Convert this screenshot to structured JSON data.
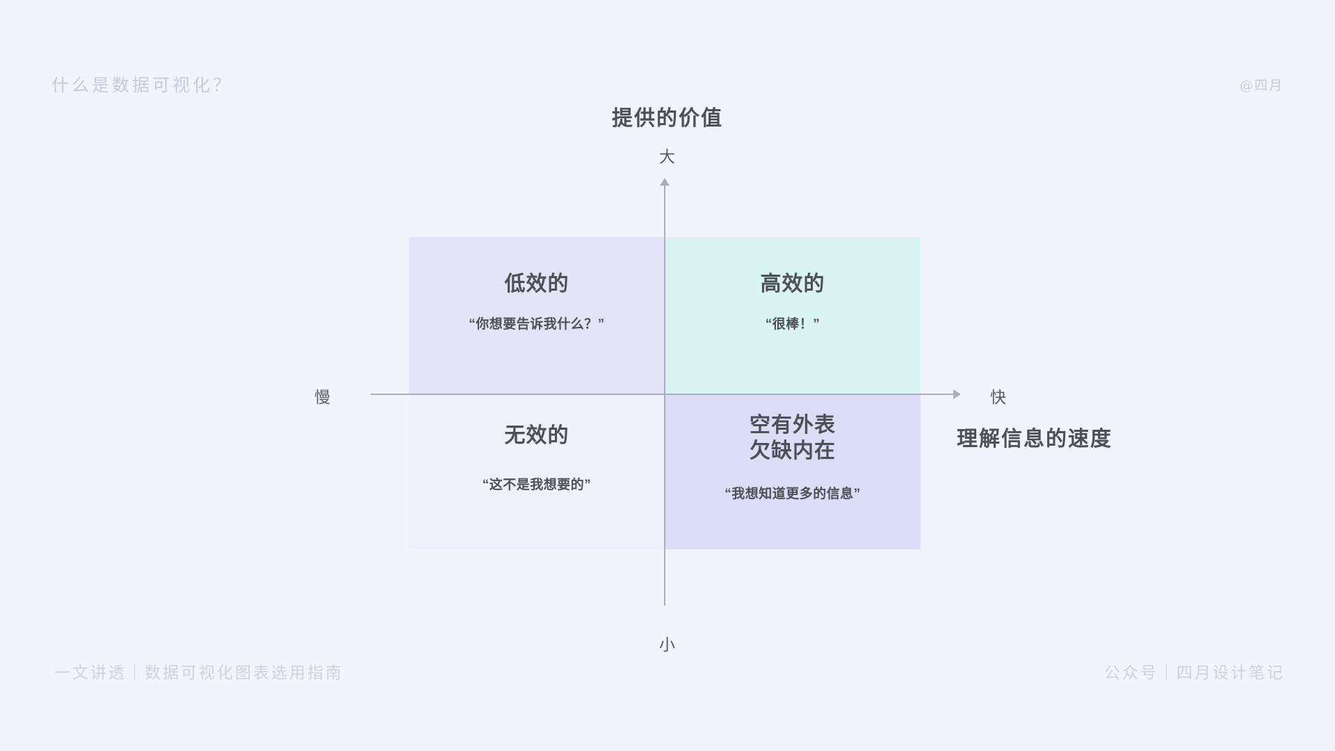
{
  "header": {
    "left_label": "什么是数据可视化？",
    "right_handle": "@四月"
  },
  "footer": {
    "left_label": "一文讲透｜数据可视化图表选用指南",
    "right_label": "公众号｜四月设计笔记"
  },
  "chart_data": {
    "type": "scatter",
    "subtype": "2x2-quadrant-matrix",
    "title": "",
    "xlabel": "理解信息的速度",
    "ylabel": "提供的价值",
    "x_tick_labels": [
      "慢",
      "快"
    ],
    "y_tick_labels": [
      "小",
      "大"
    ],
    "xlim": [
      "慢",
      "快"
    ],
    "ylim": [
      "小",
      "大"
    ],
    "grid": false,
    "legend": "none",
    "axis_color": "#a9aebc",
    "background_color": "#f2f4fc",
    "quadrants": [
      {
        "id": "top-left",
        "position": {
          "x": "low",
          "y": "high"
        },
        "title": "低效的",
        "quote": "“你想要告诉我什么？”",
        "fill": "#e4e3f7"
      },
      {
        "id": "top-right",
        "position": {
          "x": "high",
          "y": "high"
        },
        "title": "高效的",
        "quote": "“很棒！”",
        "fill": "#d8f5f2"
      },
      {
        "id": "bottom-left",
        "position": {
          "x": "low",
          "y": "low"
        },
        "title": "无效的",
        "quote": "“这不是我想要的”",
        "fill": "#eef0fb"
      },
      {
        "id": "bottom-right",
        "position": {
          "x": "high",
          "y": "low"
        },
        "title": "空有外表\n欠缺内在",
        "quote": "“我想知道更多的信息”",
        "fill": "#dcdef8"
      }
    ]
  }
}
